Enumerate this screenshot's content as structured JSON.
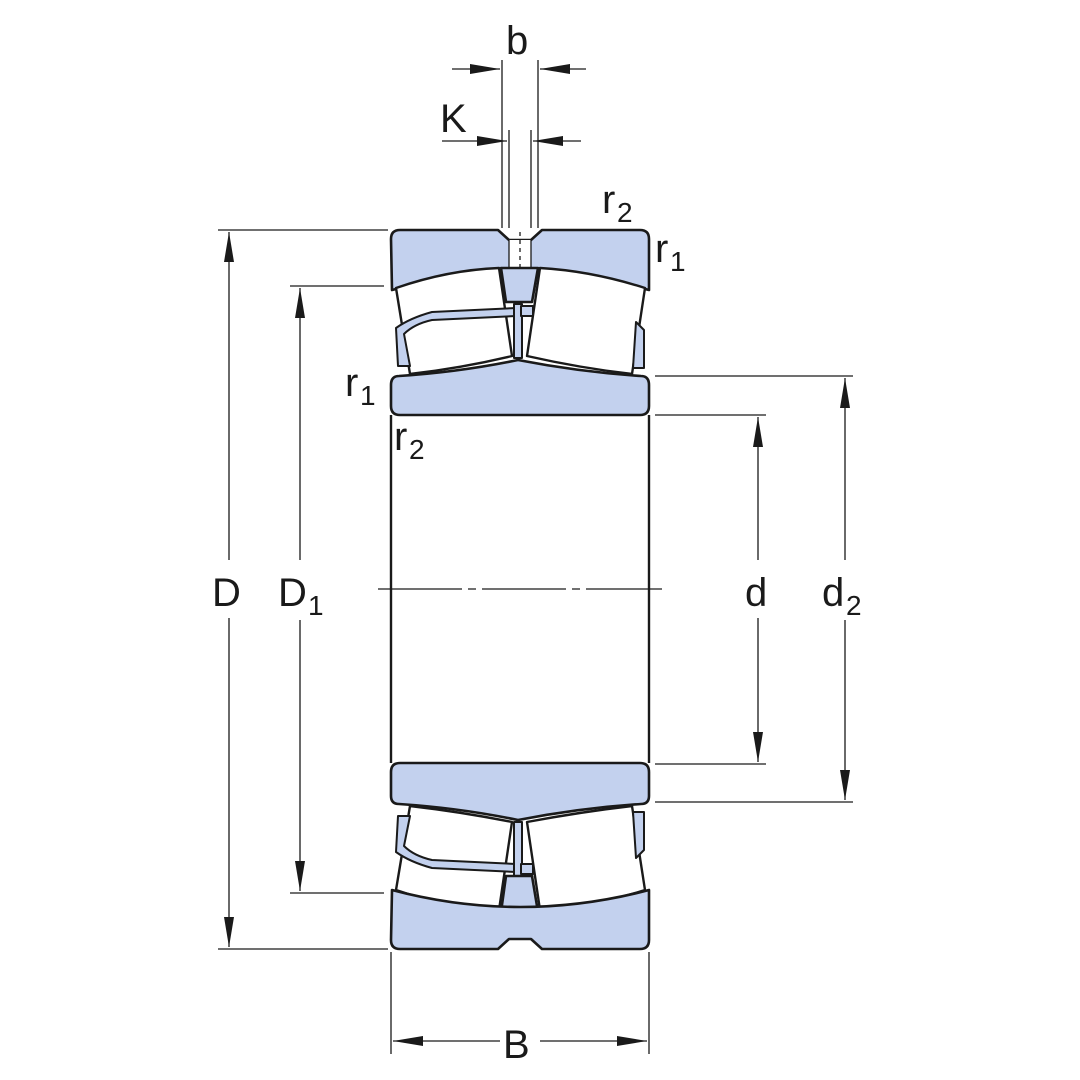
{
  "labels": {
    "D": "D",
    "D1": "D",
    "D1_sub": "1",
    "d": "d",
    "d2": "d",
    "d2_sub": "2",
    "B": "B",
    "b": "b",
    "K": "K",
    "r1_top": "r",
    "r1_top_sub": "1",
    "r2_top": "r",
    "r2_top_sub": "2",
    "r1_left": "r",
    "r1_left_sub": "1",
    "r2_left": "r",
    "r2_left_sub": "2"
  },
  "colors": {
    "part_fill": "#c3d1ee",
    "outline": "#1a1a1a",
    "background": "#ffffff"
  }
}
